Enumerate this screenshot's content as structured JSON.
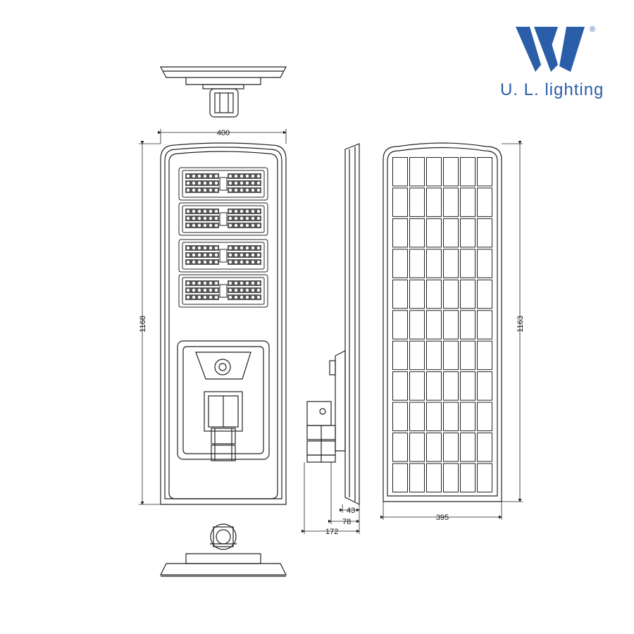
{
  "brand": {
    "name": "U. L. lighting",
    "registered_mark": "®",
    "logo_color": "#2a5ea8"
  },
  "dimensions": {
    "front_width": "400",
    "front_height": "1168",
    "panel_width": "395",
    "panel_height": "1163",
    "side_depth_total": "172",
    "side_bracket": "78",
    "side_body": "43"
  },
  "views": {
    "led_module_count": 4,
    "solar_grid_columns": 6,
    "solar_grid_rows": 11
  }
}
